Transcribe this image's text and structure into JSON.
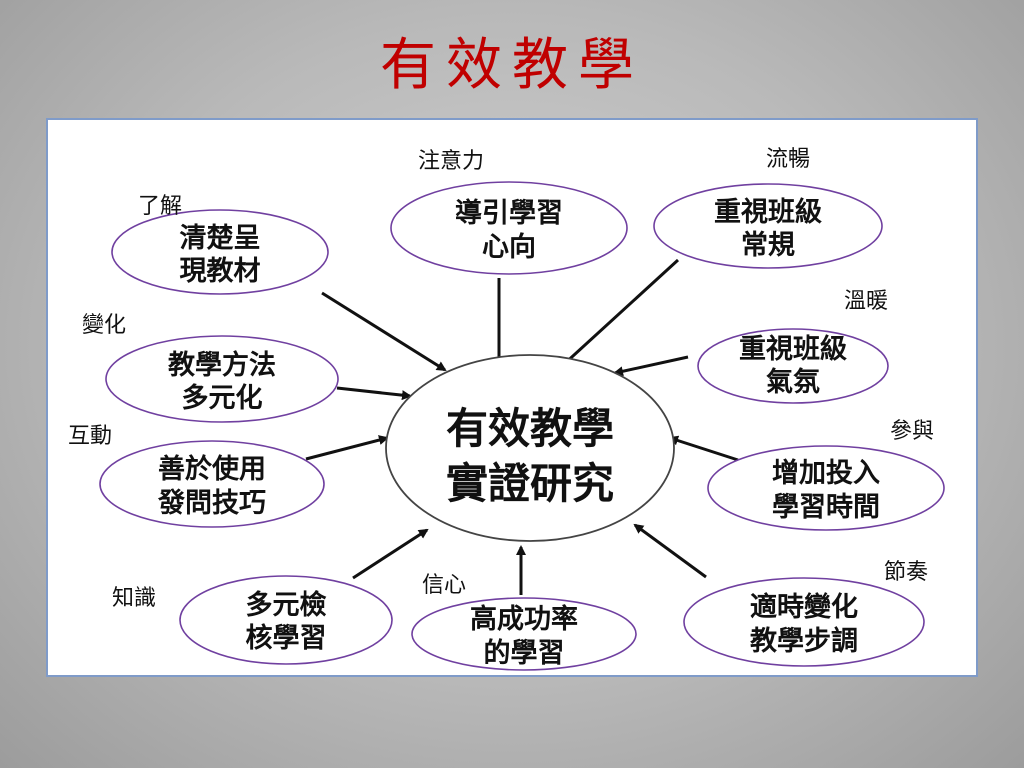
{
  "title": "有效教學",
  "hub": {
    "line1": "有效教學",
    "line2": "實證研究"
  },
  "nodes": [
    {
      "tag": "了解",
      "line1": "清楚呈",
      "line2": "現教材"
    },
    {
      "tag": "注意力",
      "line1": "導引學習",
      "line2": "心向"
    },
    {
      "tag": "流暢",
      "line1": "重視班級",
      "line2": "常規"
    },
    {
      "tag": "溫暖",
      "line1": "重視班級",
      "line2": "氣氛"
    },
    {
      "tag": "變化",
      "line1": "教學方法",
      "line2": "多元化"
    },
    {
      "tag": "參與",
      "line1": "增加投入",
      "line2": "學習時間"
    },
    {
      "tag": "互動",
      "line1": "善於使用",
      "line2": "發問技巧"
    },
    {
      "tag": "知識",
      "line1": "多元檢",
      "line2": "核學習"
    },
    {
      "tag": "信心",
      "line1": "高成功率",
      "line2": "的學習"
    },
    {
      "tag": "節奏",
      "line1": "適時變化",
      "line2": "教學步調"
    }
  ],
  "colors": {
    "title": "#c00000",
    "ellipse_stroke": "#7040a0",
    "panel_border": "#7f9bc9"
  }
}
